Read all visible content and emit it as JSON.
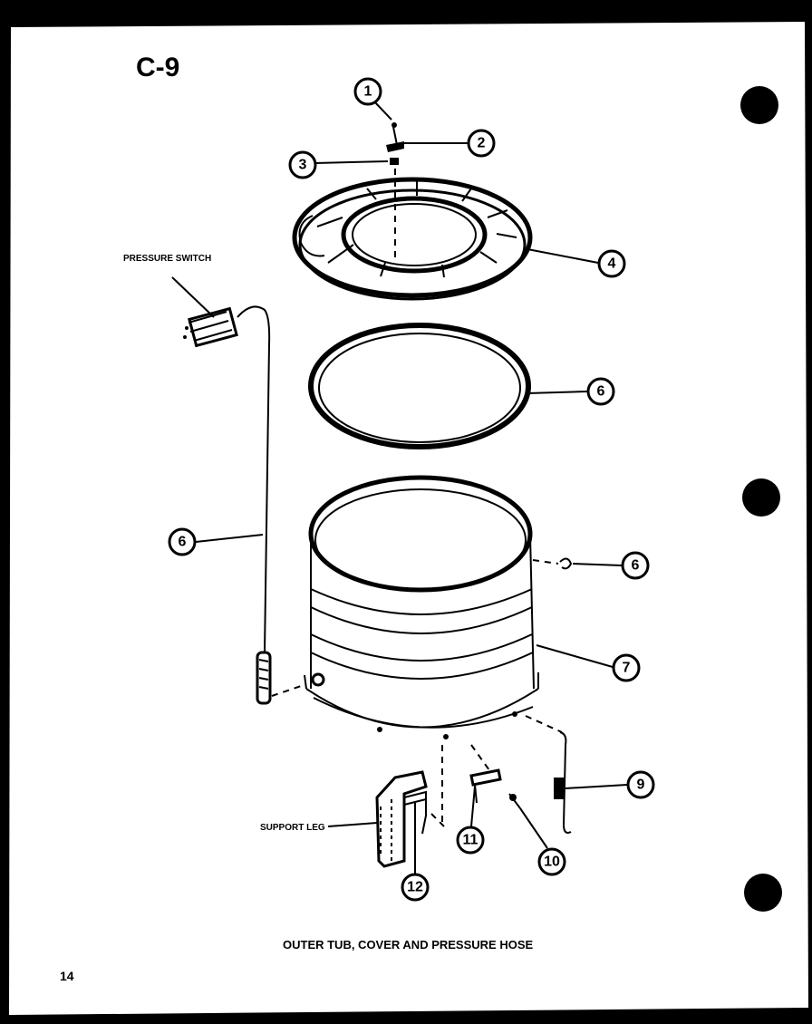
{
  "page": {
    "section_code": "C-9",
    "caption": "OUTER TUB, COVER AND PRESSURE HOSE",
    "page_number": "14"
  },
  "labels": {
    "pressure_switch": "PRESSURE SWITCH",
    "support_leg": "SUPPORT LEG"
  },
  "callouts": [
    "1",
    "2",
    "3",
    "4",
    "6",
    "6",
    "6",
    "7",
    "9",
    "10",
    "11",
    "12"
  ]
}
